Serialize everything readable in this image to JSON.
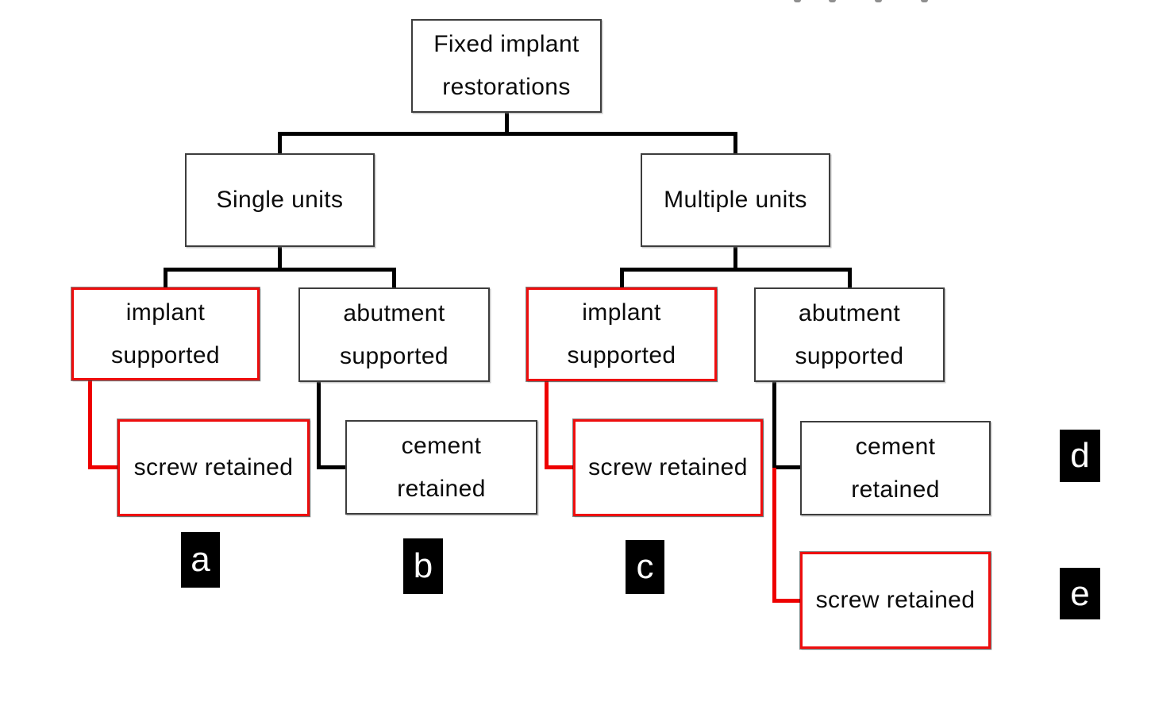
{
  "figure": {
    "nodes": {
      "root": {
        "lines": [
          "Fixed implant",
          "restorations"
        ],
        "highlighted": false
      },
      "single_units": {
        "lines": [
          "Single units"
        ],
        "highlighted": false
      },
      "multiple_units": {
        "lines": [
          "Multiple units"
        ],
        "highlighted": false
      },
      "implant_left": {
        "lines": [
          "implant",
          "supported"
        ],
        "highlighted": true
      },
      "abutment_left": {
        "lines": [
          "abutment",
          "supported"
        ],
        "highlighted": false
      },
      "implant_right": {
        "lines": [
          "implant",
          "supported"
        ],
        "highlighted": true
      },
      "abutment_right": {
        "lines": [
          "abutment",
          "supported"
        ],
        "highlighted": false
      },
      "screw_left": {
        "lines": [
          "screw retained"
        ],
        "highlighted": true
      },
      "cement_left": {
        "lines": [
          "cement",
          "retained"
        ],
        "highlighted": false
      },
      "screw_right": {
        "lines": [
          "screw retained"
        ],
        "highlighted": true
      },
      "cement_right": {
        "lines": [
          "cement",
          "retained"
        ],
        "highlighted": false
      },
      "screw_bottom": {
        "lines": [
          "screw retained"
        ],
        "highlighted": true
      }
    },
    "tags": {
      "a": "a",
      "b": "b",
      "c": "c",
      "d": "d",
      "e": "e"
    },
    "colors": {
      "highlight_border": "#ee0e0e",
      "highlight_line": "#ee0000",
      "connector": "#000000",
      "box_border": "#3d3d3d",
      "tag_bg": "#000000",
      "tag_text": "#ffffff"
    }
  }
}
